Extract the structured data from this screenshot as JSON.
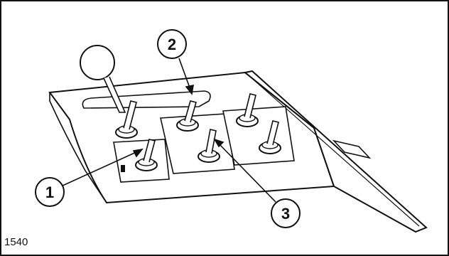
{
  "figure": {
    "number": "1540",
    "callouts": [
      {
        "label": "1",
        "target": "selector-lever"
      },
      {
        "label": "2",
        "target": "upper-lever"
      },
      {
        "label": "3",
        "target": "lever-group-mounting"
      }
    ]
  }
}
